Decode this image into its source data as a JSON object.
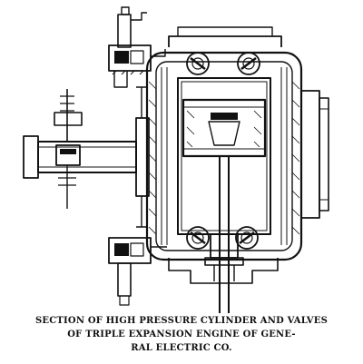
{
  "colors": {
    "ink": "#111111",
    "paper": "#ffffff"
  },
  "caption": {
    "line1": "SECTION OF HIGH PRESSURE CYLINDER AND VALVES",
    "line2": "OF TRIPLE EXPANSION ENGINE OF GENE-",
    "line3": "RAL ELECTRIC CO."
  }
}
